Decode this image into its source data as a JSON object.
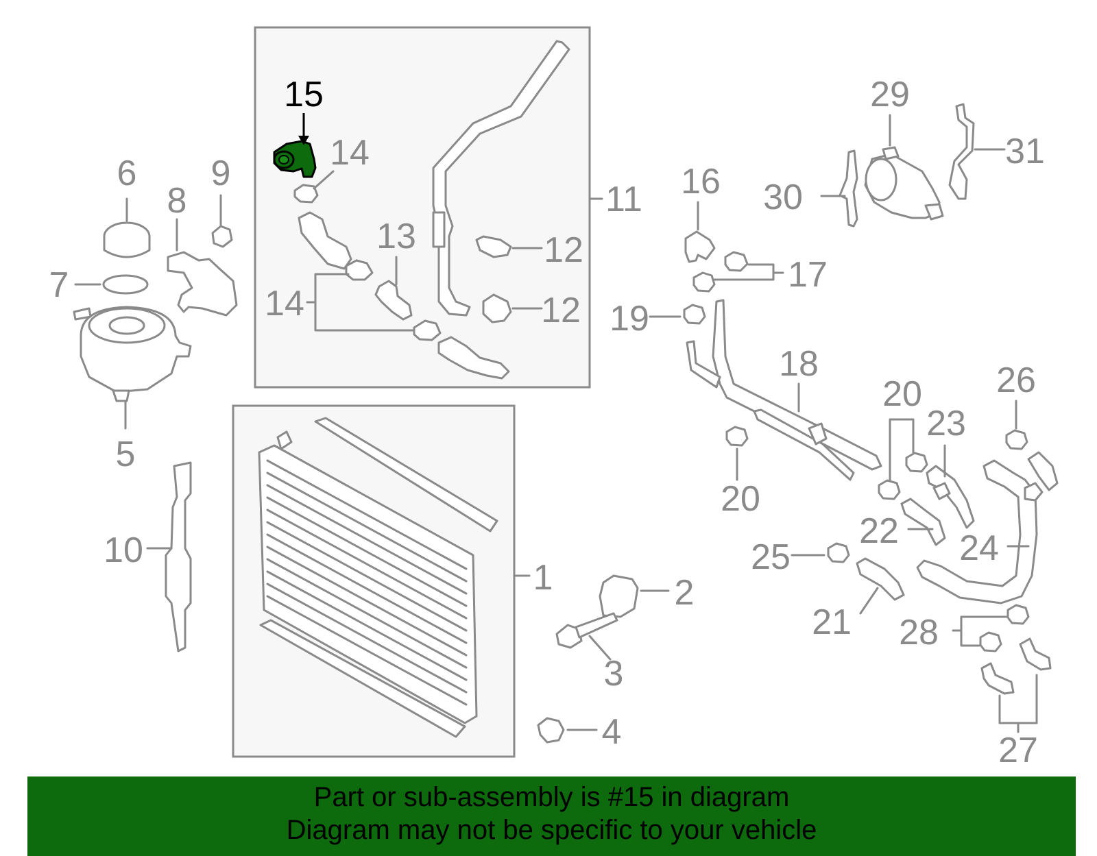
{
  "diagram": {
    "highlight_color": "#0d6a0d",
    "highlighted_part": "15",
    "callouts": {
      "c1": "1",
      "c2": "2",
      "c3": "3",
      "c4": "4",
      "c5": "5",
      "c6": "6",
      "c7": "7",
      "c8": "8",
      "c9": "9",
      "c10": "10",
      "c11": "11",
      "c12a": "12",
      "c12b": "12",
      "c13": "13",
      "c14a": "14",
      "c14b": "14",
      "c15": "15",
      "c16": "16",
      "c17": "17",
      "c18": "18",
      "c19": "19",
      "c20a": "20",
      "c20b": "20",
      "c21": "21",
      "c22": "22",
      "c23": "23",
      "c24": "24",
      "c25": "25",
      "c26": "26",
      "c27": "27",
      "c28": "28",
      "c29": "29",
      "c30": "30",
      "c31": "31"
    }
  },
  "footer": {
    "line1": "Part or sub-assembly is #15 in diagram",
    "line2": "Diagram may not be specific to your vehicle",
    "background": "#0d6a0d"
  }
}
